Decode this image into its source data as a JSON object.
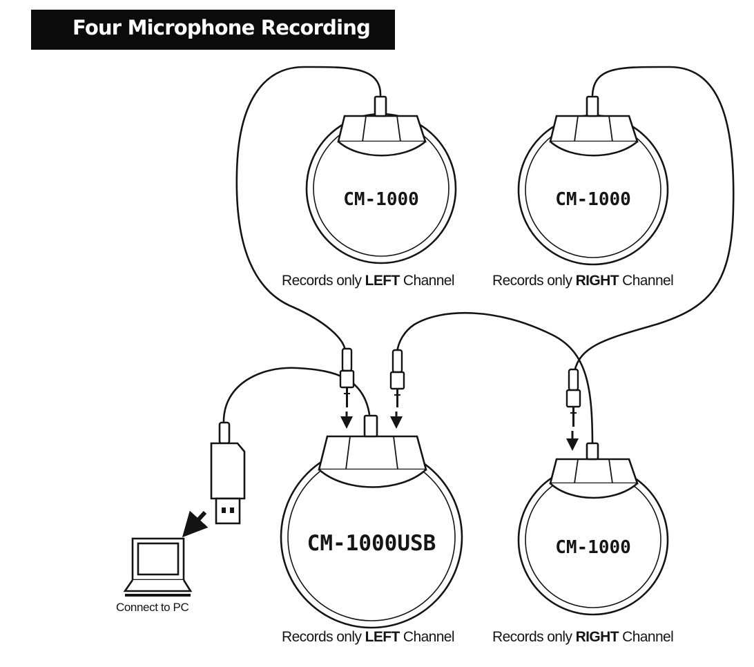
{
  "title": "Four Microphone Recording",
  "mics": {
    "top_left": {
      "model": "CM-1000"
    },
    "top_right": {
      "model": "CM-1000"
    },
    "bottom_left": {
      "model": "CM-1000USB"
    },
    "bottom_right": {
      "model": "CM-1000"
    }
  },
  "captions": {
    "top_left": {
      "prefix": "Records only ",
      "channel": "LEFT",
      "suffix": " Channel"
    },
    "top_right": {
      "prefix": "Records only ",
      "channel": "RIGHT",
      "suffix": " Channel"
    },
    "bottom_left": {
      "prefix": "Records only ",
      "channel": "LEFT",
      "suffix": " Channel"
    },
    "bottom_right": {
      "prefix": "Records only ",
      "channel": "RIGHT",
      "suffix": " Channel"
    }
  },
  "pc": {
    "caption": "Connect to PC",
    "icon": "laptop-icon"
  },
  "usb": {
    "icon": "usb-plug-icon"
  },
  "colors": {
    "ink": "#141414",
    "title_bar": "#0b0b0b",
    "title_text": "#ffffff"
  }
}
